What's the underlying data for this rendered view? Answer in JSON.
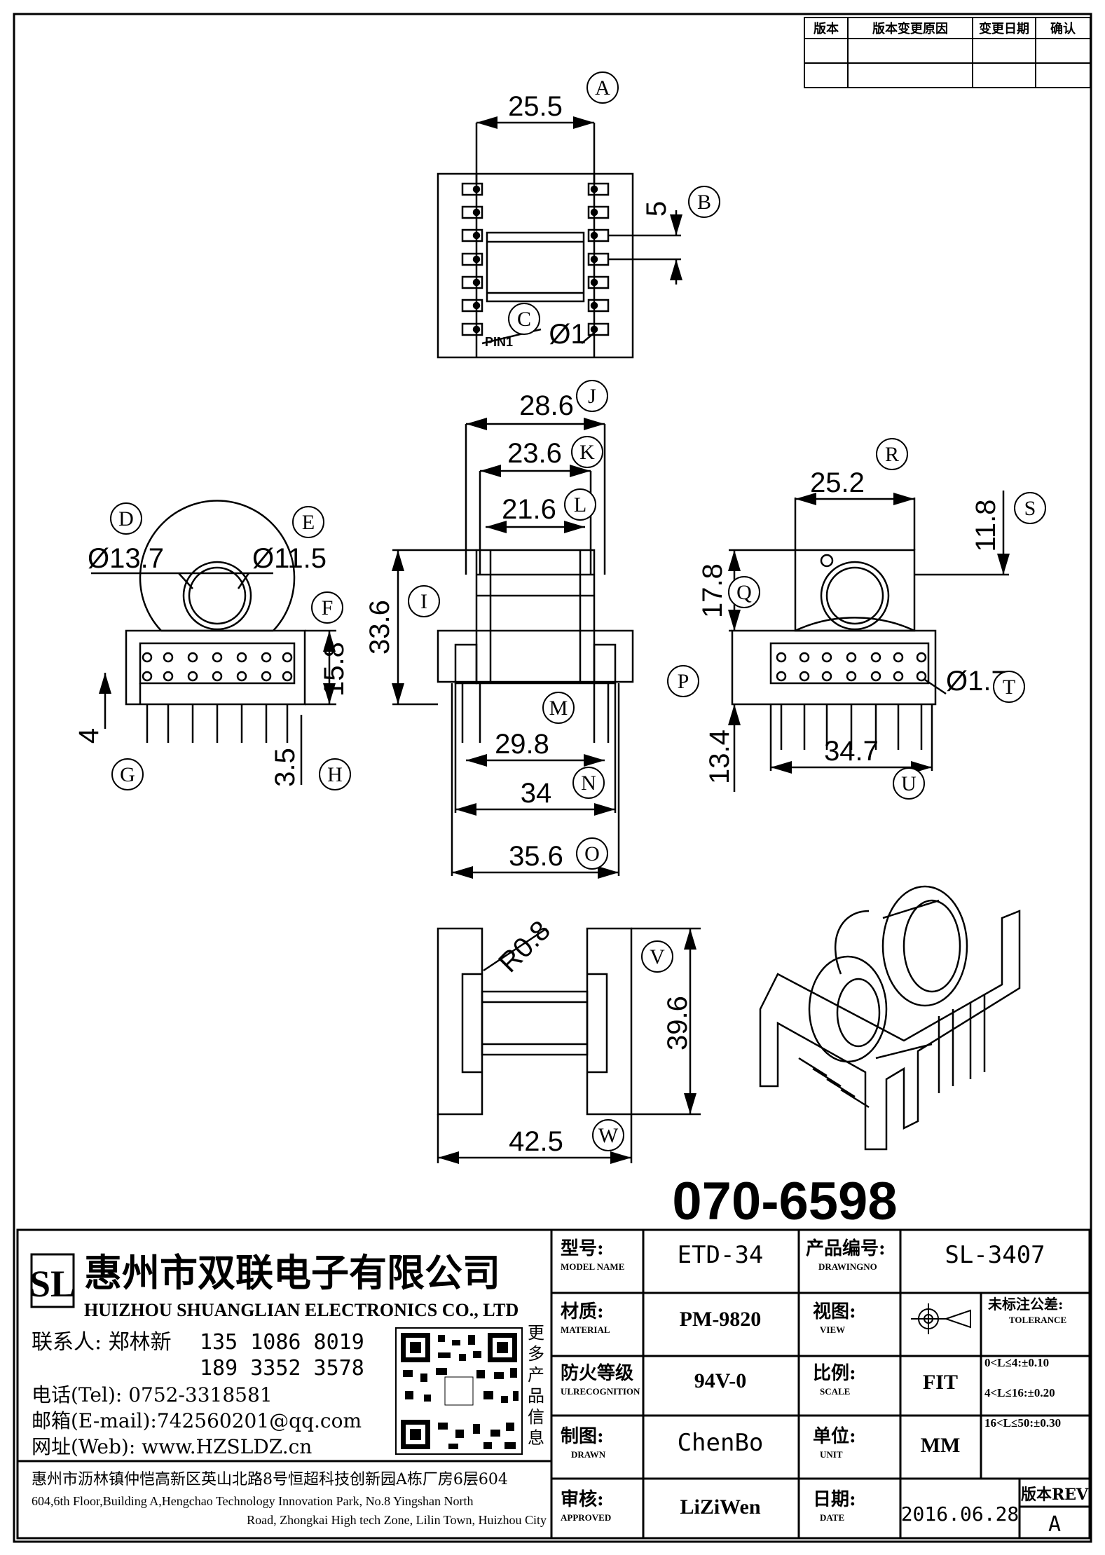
{
  "revision_table": {
    "headers": [
      "版本",
      "版本变更原因",
      "变更日期",
      "确认"
    ]
  },
  "dimensions": {
    "A": "25.5",
    "B": "5",
    "C": "Ø1",
    "pin1": "PIN1",
    "D": "Ø13.7",
    "E": "Ø11.5",
    "F": "15.8",
    "G": "4",
    "H": "3.5",
    "I": "33.6",
    "J": "28.6",
    "K": "23.6",
    "L": "21.6",
    "M_val": "29.8",
    "N": "34",
    "O": "35.6",
    "Q": "17.8",
    "P": "13.4",
    "R": "25.2",
    "S": "11.8",
    "T": "Ø1.7",
    "U": "34.7",
    "V": "39.6",
    "W": "42.5",
    "R08": "R0.8"
  },
  "callouts": [
    "A",
    "B",
    "C",
    "D",
    "E",
    "F",
    "G",
    "H",
    "I",
    "J",
    "K",
    "L",
    "M",
    "N",
    "O",
    "P",
    "Q",
    "R",
    "S",
    "T",
    "U",
    "V",
    "W"
  ],
  "part_number": "070-6598",
  "company": {
    "logo_text": "SL",
    "name_cn": "惠州市双联电子有限公司",
    "name_en": "HUIZHOU SHUANGLIAN ELECTRONICS CO., LTD",
    "contact_label": "联系人: 郑林新",
    "phone1": "135 1086 8019",
    "phone2": "189 3352 3578",
    "tel": "电话(Tel): 0752-3318581",
    "email": "邮箱(E-mail):742560201@qq.com",
    "web": "网址(Web): www.HZSLDZ.cn",
    "qr_caption": [
      "更",
      "多",
      "产",
      "品",
      "信",
      "息"
    ],
    "address_cn": "惠州市沥林镇仲恺高新区英山北路8号恒超科技创新园A栋厂房6层604",
    "address_en_1": "604,6th Floor,Building A,Hengchao Technology Innovation Park, No.8 Yingshan North",
    "address_en_2": "Road, Zhongkai High tech Zone, Lilin Town, Huizhou City"
  },
  "title_block": {
    "model_label_cn": "型号:",
    "model_label_en": "MODEL NAME",
    "model": "ETD-34",
    "drawing_label_cn": "产品编号:",
    "drawing_label_en": "DRAWINGNO",
    "drawing_no": "SL-3407",
    "material_label_cn": "材质:",
    "material_label_en": "MATERIAL",
    "material": "PM-9820",
    "view_label_cn": "视图:",
    "view_label_en": "VIEW",
    "tol_label_cn": "未标注公差:",
    "tol_label_en": "TOLERANCE",
    "tol_1": "0<L≤4:±0.10",
    "tol_2": "4<L≤16:±0.20",
    "tol_3": "16<L≤50:±0.30",
    "fire_label_cn": "防火等级",
    "fire_label_en": "ULRECOGNITION",
    "fire": "94V-0",
    "scale_label_cn": "比例:",
    "scale_label_en": "SCALE",
    "scale": "FIT",
    "drawn_label_cn": "制图:",
    "drawn_label_en": "DRAWN",
    "drawn": "ChenBo",
    "unit_label_cn": "单位:",
    "unit_label_en": "UNIT",
    "unit": "MM",
    "approved_label_cn": "审核:",
    "approved_label_en": "APPROVED",
    "approved": "LiZiWen",
    "date_label_cn": "日期:",
    "date_label_en": "DATE",
    "date": "2016.06.28",
    "rev_label": "版本REV",
    "rev": "A"
  }
}
